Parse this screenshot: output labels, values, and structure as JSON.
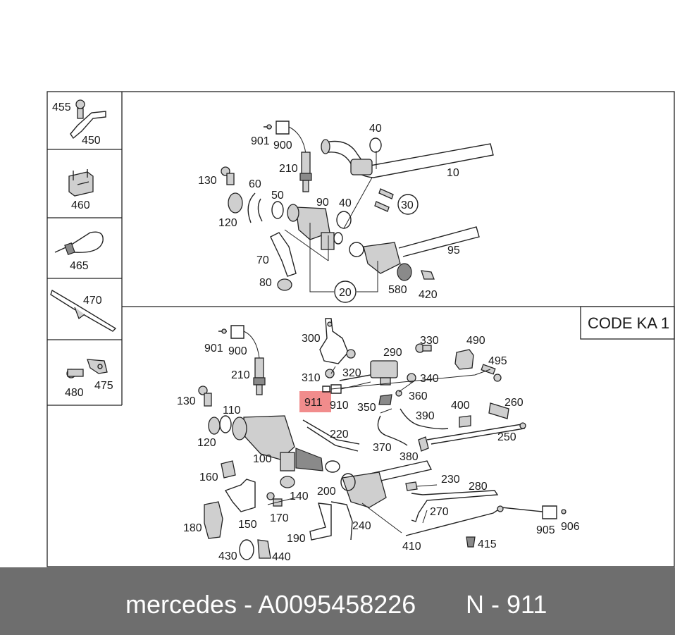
{
  "code_box": "CODE KA 1",
  "highlight": {
    "label": "911",
    "color": "#f08080"
  },
  "side_labels": [
    "455",
    "450",
    "460",
    "465",
    "470",
    "480",
    "475"
  ],
  "top_labels": [
    "901",
    "900",
    "210",
    "40",
    "10",
    "130",
    "60",
    "50",
    "90",
    "40",
    "30",
    "120",
    "95",
    "70",
    "80",
    "20",
    "580",
    "420"
  ],
  "bottom_labels": [
    "300",
    "330",
    "490",
    "901",
    "900",
    "290",
    "495",
    "210",
    "310",
    "320",
    "340",
    "910",
    "360",
    "130",
    "110",
    "350",
    "400",
    "260",
    "390",
    "220",
    "120",
    "250",
    "100",
    "370",
    "380",
    "160",
    "230",
    "140",
    "200",
    "280",
    "170",
    "270",
    "180",
    "150",
    "240",
    "190",
    "410",
    "415",
    "905",
    "906",
    "430",
    "440"
  ],
  "footer": {
    "brand": "mercedes - A0095458226",
    "ref": "N - 911"
  },
  "colors": {
    "footer_bg": "#6e6e6e",
    "highlight": "#f08080",
    "line": "#222222"
  }
}
